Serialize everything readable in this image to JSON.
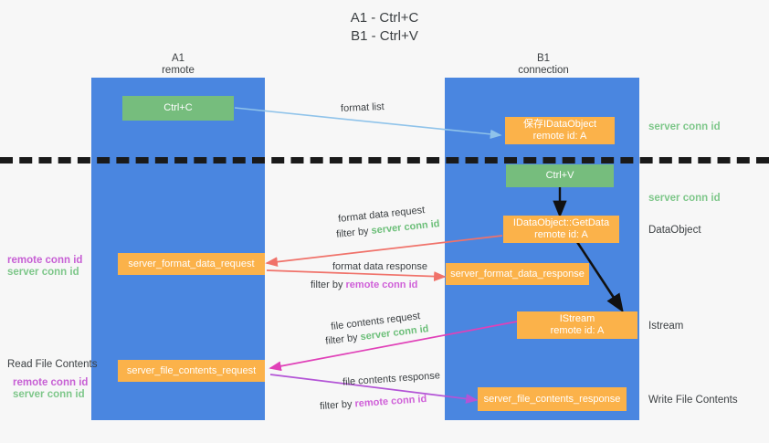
{
  "title": {
    "line1": "A1 - Ctrl+C",
    "line2": "B1 - Ctrl+V"
  },
  "lanes": [
    {
      "name": "A1",
      "sub": "remote"
    },
    {
      "name": "B1",
      "sub": "connection"
    }
  ],
  "boxes": {
    "ctrl_c": "Ctrl+C",
    "save_idataobject_l1": "保存IDataObject",
    "save_idataobject_l2": "remote id: A",
    "ctrl_v": "Ctrl+V",
    "getdata_l1": "IDataObject::GetData",
    "getdata_l2": "remote id: A",
    "server_format_data_request": "server_format_data_request",
    "server_format_data_response": "server_format_data_response",
    "istream_l1": "IStream",
    "istream_l2": "remote id: A",
    "server_file_contents_request": "server_file_contents_request",
    "server_file_contents_response": "server_file_contents_response"
  },
  "right_notes": {
    "server_conn_id_top": "server conn id",
    "server_conn_id_mid": "server conn id",
    "dataobject": "DataObject",
    "istream": "Istream",
    "write_file_contents": "Write File Contents"
  },
  "left_notes": {
    "remote_conn_id_1": "remote conn id",
    "server_conn_id_1": "server conn id",
    "read_file_contents": "Read File Contents",
    "remote_conn_id_2": "remote conn id",
    "server_conn_id_2": "server conn id"
  },
  "edge_labels": {
    "format_list": "format list",
    "format_data_request": "format data request",
    "format_data_request_filter_prefix": "filter by ",
    "format_data_request_filter_value": "server conn id",
    "format_data_response": "format data response",
    "format_data_response_filter_prefix": "filter by ",
    "format_data_response_filter_value": "remote conn id",
    "file_contents_request": "file contents request",
    "file_contents_request_filter_prefix": "filter by ",
    "file_contents_request_filter_value": "server conn id",
    "file_contents_response": "file contents response",
    "file_contents_response_filter_prefix": "filter by ",
    "file_contents_response_filter_value": "remote conn id"
  },
  "colors": {
    "lane": "#4a86e0",
    "green_box": "#76bd7d",
    "orange_box": "#fbb24a",
    "server_conn_id": "#7ec78a",
    "remote_conn_id": "#c75fd4",
    "arrow_blue": "#8fc3ea",
    "arrow_red": "#f0726a",
    "arrow_magenta": "#e041b8",
    "arrow_purple": "#b354d6",
    "arrow_black": "#111111",
    "divider": "#1a1a1a",
    "background": "#f7f7f7"
  }
}
